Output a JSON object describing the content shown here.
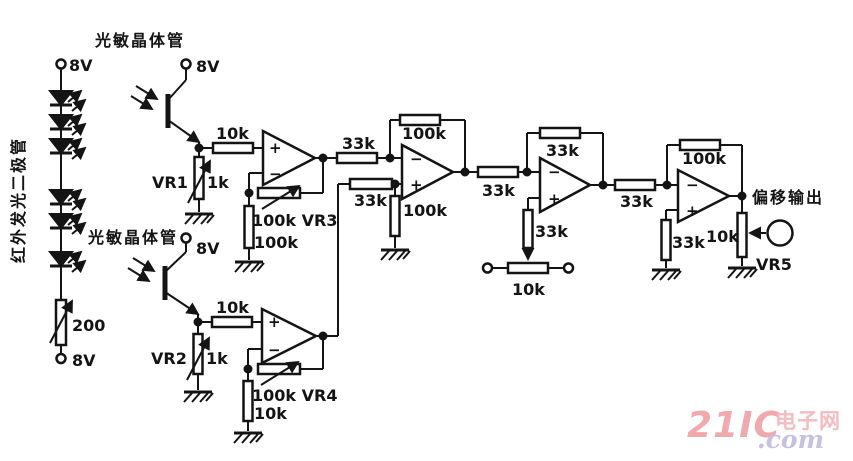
{
  "opamp": {
    "plus": "+",
    "minus": "−"
  },
  "emitter_branch": {
    "vertical_label": "红外发光二极管",
    "top_supply": "8V",
    "bottom_supply": "8V",
    "ballast_resistor": "200"
  },
  "sensor1": {
    "label": "光敏晶体管",
    "supply": "8V",
    "series_resistor": "10k",
    "pot_name": "VR1",
    "pot_value": "1k"
  },
  "sensor2": {
    "label": "光敏晶体管",
    "supply": "8V",
    "series_resistor": "10k",
    "pot_name": "VR2",
    "pot_value": "1k"
  },
  "stage1": {
    "feedback_label": "100k VR3",
    "ground_resistor": "100k"
  },
  "stage2": {
    "feedback_label": "100k VR4",
    "ground_resistor": "10k"
  },
  "stage3": {
    "r_in_top": "33k",
    "r_in_bottom": "33k",
    "feedback": "100k",
    "plus_ground": "100k"
  },
  "stage4": {
    "r_in": "33k",
    "feedback": "33k",
    "plus_series": "33k",
    "balance_pot": "10k"
  },
  "stage5": {
    "r_in": "33k",
    "feedback": "100k",
    "plus_ground": "33k",
    "output_label": "偏移输出",
    "pot_value": "10k",
    "pot_name": "VR5"
  },
  "watermark": {
    "brand": "21IC",
    "site_cn": "电子网",
    "domain": ".com"
  },
  "colors": {
    "ink": "#141414",
    "watermark_pink": "#f2a9ae",
    "watermark_purple": "#c7c0e2"
  }
}
